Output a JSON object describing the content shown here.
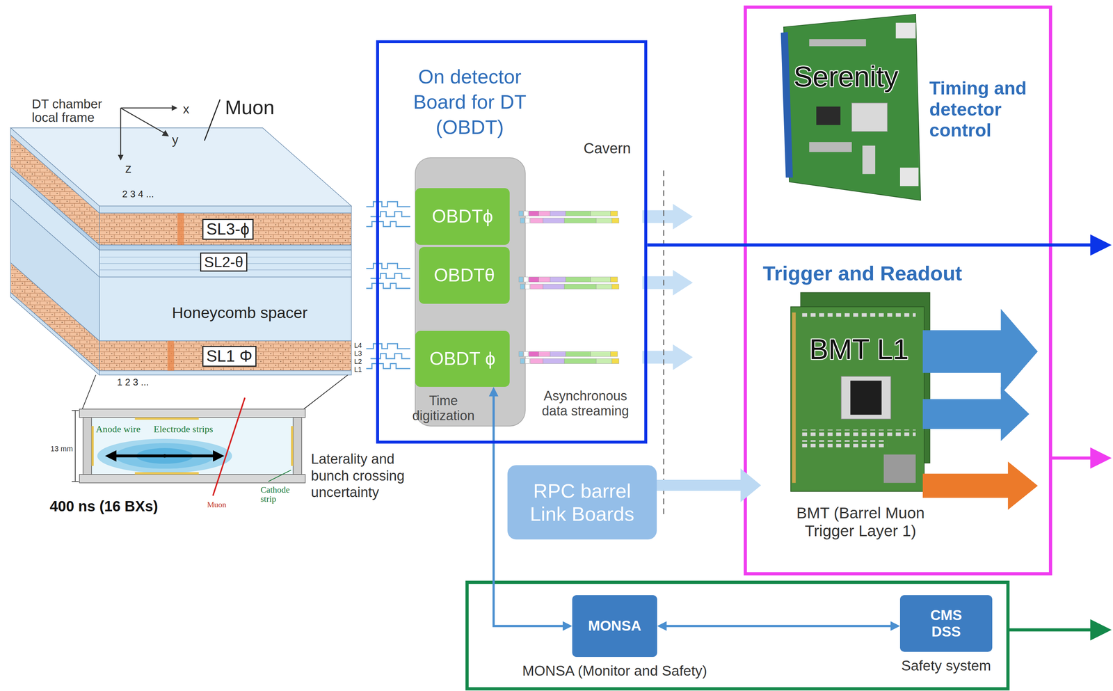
{
  "diagram": {
    "nodes": [
      {
        "text": [
          "On detector Board for DT (OBDT)"
        ]
      },
      {
        "text": [
          "OBDTϕ"
        ],
        "in": 0
      },
      {
        "text": [
          "OBDTθ"
        ],
        "in": 0
      },
      {
        "text": [
          "OBDT ϕ"
        ],
        "in": 0
      },
      {
        "text": [
          "Serenity",
          "Timing and detector control"
        ]
      },
      {
        "text": [
          "Trigger and Readout",
          "BMT L1",
          "BMT (Barrel Muon Trigger Layer 1)"
        ]
      },
      {
        "text": [
          "RPC barrel Link Boards"
        ]
      },
      {
        "text": [
          "MONSA",
          "MONSA (Monitor and Safety)"
        ]
      },
      {
        "text": [
          "CMS DSS",
          "Safety system"
        ]
      }
    ],
    "edges": [
      {
        "from": 3,
        "to": 7,
        "arrow": "both"
      },
      {
        "from": 7,
        "to": 8,
        "arrow": "both"
      },
      {
        "from": 6,
        "to": 5,
        "arrow": "to"
      }
    ],
    "labels": [
      "DT chamber local frame",
      "x",
      "y",
      "z",
      "Muon",
      "2 3 4 ...",
      "SL3-ϕ",
      "SL2-θ",
      "Honeycomb spacer",
      "SL1 Φ",
      "1 2 3 ...",
      "L4",
      "L3",
      "L2",
      "L1",
      "Anode wire",
      "Electrode strips",
      "13 mm",
      "Cathode strip",
      "Muon",
      "400 ns (16 BXs)",
      "Laterality and bunch crossing uncertainty",
      "Cavern",
      "Time digitization",
      "Asynchronous data streaming"
    ]
  }
}
